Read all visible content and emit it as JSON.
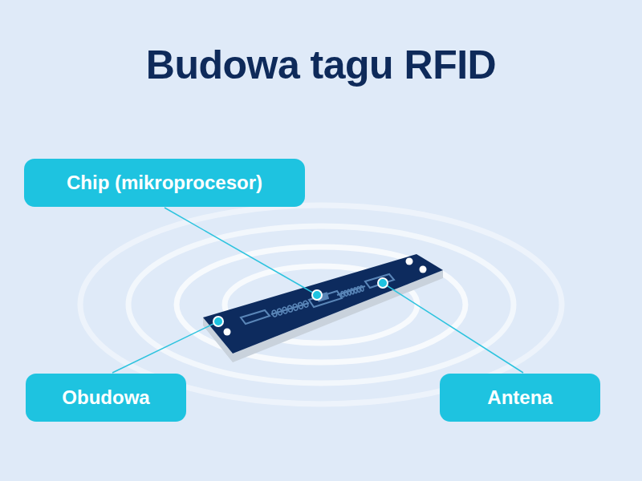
{
  "diagram": {
    "title": "Budowa tagu RFID",
    "nodes": [
      {
        "text": [
          "Chip (mikroprocesor)"
        ]
      },
      {
        "text": [
          "Obudowa"
        ]
      },
      {
        "text": [
          "Antena"
        ]
      }
    ]
  }
}
